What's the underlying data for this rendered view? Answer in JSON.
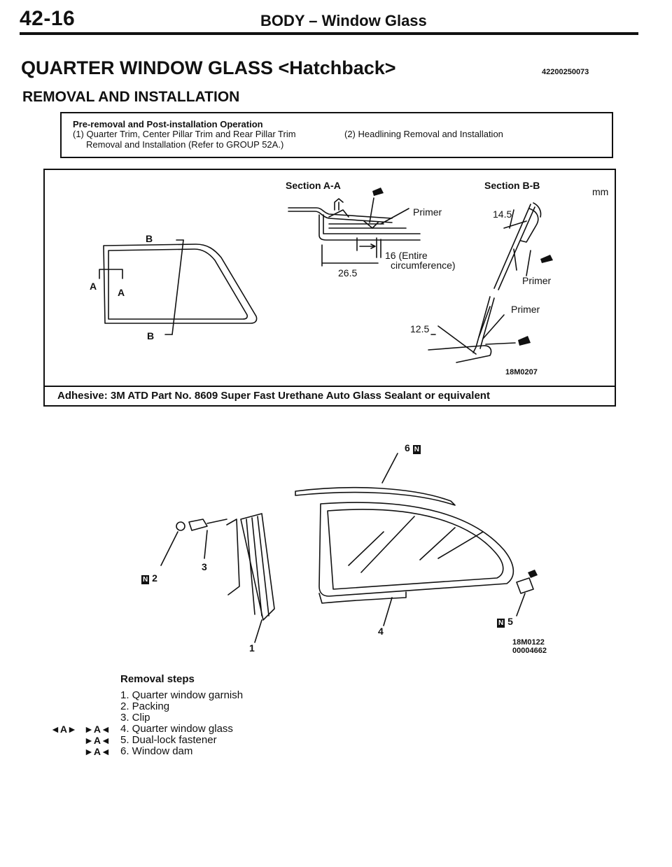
{
  "header": {
    "page_number": "42-16",
    "section": "BODY – Window Glass"
  },
  "title": "QUARTER WINDOW GLASS <Hatchback>",
  "doc_code": "42200250073",
  "subtitle": "REMOVAL AND INSTALLATION",
  "operations": {
    "title": "Pre-removal and Post-installation Operation",
    "item1_line1": "(1) Quarter Trim, Center Pillar Trim and Rear Pillar Trim",
    "item1_line2": "Removal and Installation (Refer to GROUP 52A.)",
    "item2": "(2) Headlining Removal and Installation"
  },
  "section_figure": {
    "unit": "mm",
    "section_aa": "Section A-A",
    "section_bb": "Section B-B",
    "primer": "Primer",
    "dim_16_line1": "16 (Entire",
    "dim_16_line2": "circumference)",
    "dim_26_5": "26.5",
    "dim_14_5": "14.5",
    "dim_12_5": "12.5",
    "label_a": "A",
    "label_b": "B",
    "figure_code": "18M0207"
  },
  "adhesive": "Adhesive: 3M ATD Part No. 8609 Super Fast Urethane Auto Glass Sealant or equivalent",
  "parts_figure": {
    "n_mark": "N",
    "callouts": [
      "1",
      "2",
      "3",
      "4",
      "5",
      "6"
    ],
    "figure_code_1": "18M0122",
    "figure_code_2": "00004662"
  },
  "removal": {
    "heading": "Removal steps",
    "steps": [
      "1. Quarter window garnish",
      "2. Packing",
      "3. Clip",
      "4. Quarter window glass",
      "5. Dual-lock fastener",
      "6. Window dam"
    ],
    "mark_removal": "◄A►",
    "mark_install": "►A◄"
  }
}
